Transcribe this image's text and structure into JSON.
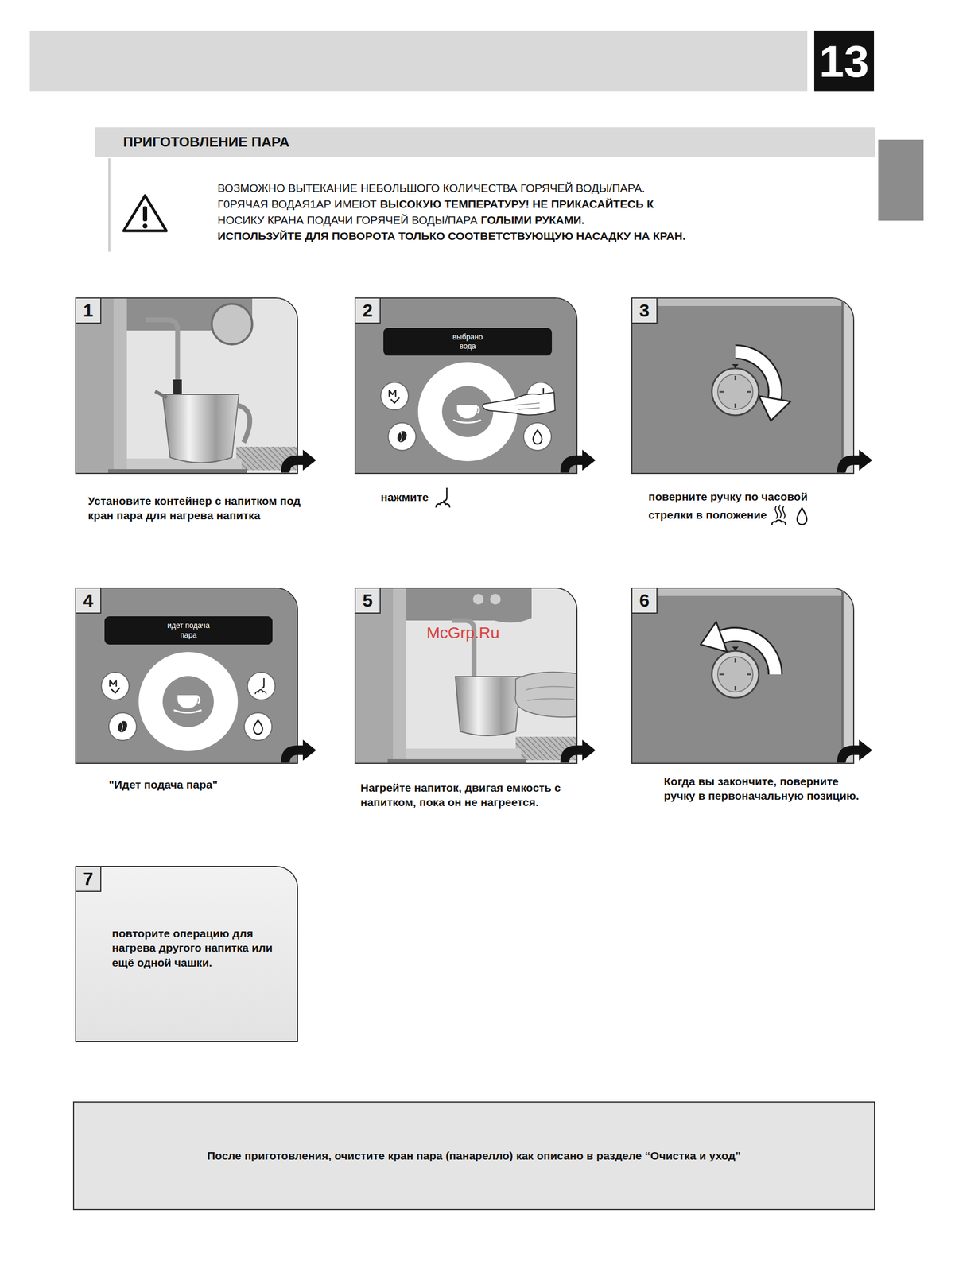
{
  "diagram": {
    "nodes": [
      {
        "text": [
          "13"
        ]
      },
      {
        "text": [
          "ПРИГОТОВЛЕНИЕ ПАРА"
        ]
      },
      {
        "text": [
          "1",
          "Установите контейнер с напитком под кран пара для нагрева напитка"
        ]
      },
      {
        "text": [
          "2",
          "нажмите"
        ]
      },
      {
        "text": [
          "выбрано вода"
        ],
        "in": 3
      },
      {
        "text": [
          "3",
          "поверните ручку по часовой стрелки в положение"
        ]
      },
      {
        "text": [
          "4",
          "\"Идет подача пара\""
        ]
      },
      {
        "text": [
          "идет подача пара"
        ],
        "in": 6
      },
      {
        "text": [
          "5",
          "Нагрейте напиток, двигая емкость с напитком, пока он не нагреется."
        ]
      },
      {
        "text": [
          "6",
          "Когда вы закончите, поверните ручку в первоначальную позицию."
        ]
      },
      {
        "text": [
          "7",
          "повторите операцию для нагрева другого напитка или ещё одной чашки."
        ]
      },
      {
        "text": [
          "После приготовления, очистите кран пара (панарелло) как описано в разделе “Очистка и уход”"
        ]
      }
    ],
    "labels": [
      "ВОЗМОЖНО ВЫТЕКАНИЕ НЕБОЛЬШОГО КОЛИЧЕСТВА ГОРЯЧЕЙ ВОДЫ/ПАРА.",
      "Г0РЯЧАЯ ВОДАЯ1АР ИМЕЮТ",
      "ВЫСОКУЮ ТЕМПЕРАТУРУ! НЕ ПРИКАСАЙТЕСЬ К",
      "НОСИКУ КРАНА ПОДАЧИ ГОРЯЧЕЙ ВОДЫ/ПАРА",
      "ГОЛЫМИ РУКАМИ.",
      "ИСПОЛЬЗУЙТЕ ДЛЯ ПОВОРОТА ТОЛЬКО СООТВЕТСТВУЮЩУЮ НАСАДКУ НА КРАН.",
      "McGrp.Ru"
    ]
  }
}
